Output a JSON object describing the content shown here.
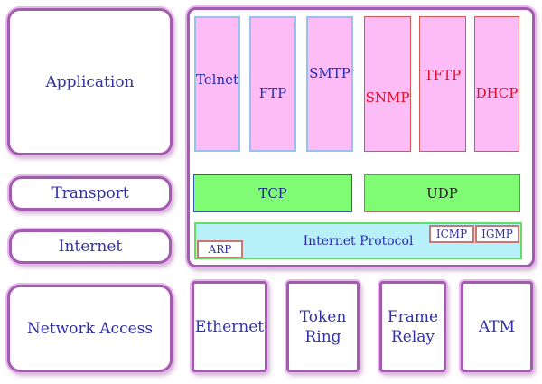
{
  "layers": {
    "application": "Application",
    "transport": "Transport",
    "internet": "Internet",
    "network_access": "Network Access"
  },
  "application_protocols": [
    "Telnet",
    "FTP",
    "SMTP",
    "SNMP",
    "TFTP",
    "DHCP"
  ],
  "transport_protocols": {
    "tcp": "TCP",
    "udp": "UDP"
  },
  "internet_protocols": {
    "ip": "Internet Protocol",
    "icmp": "ICMP",
    "igmp": "IGMP",
    "arp": "ARP"
  },
  "network_technologies": {
    "ethernet": "Ethernet",
    "token_ring_1": "Token",
    "token_ring_2": "Ring",
    "frame_relay_1": "Frame",
    "frame_relay_2": "Relay",
    "atm": "ATM"
  },
  "colors": {
    "layer_border": "#a35bb0",
    "app_fill": "#fdbcf6",
    "transport_fill": "#7ffb74",
    "internet_fill": "#b8f0fa",
    "blue_text": "#2a2ab0",
    "red_text": "#e0102a"
  }
}
